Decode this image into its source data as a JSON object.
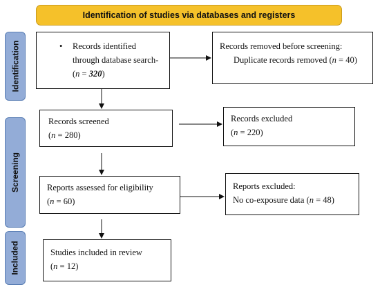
{
  "header": {
    "title": "Identification of studies via databases and registers",
    "color": "#f5c12a"
  },
  "phases": {
    "identification": "Identification",
    "screening": "Screening",
    "included": "Included",
    "color": "#93acd7"
  },
  "boxes": {
    "identified": {
      "bullet": "•",
      "line1": "Records identified",
      "line2": "through database search-",
      "open": "(",
      "n": "n",
      "eq": " = ",
      "value": "320",
      "close": ")"
    },
    "removed": {
      "line1": "Records removed before screening:",
      "line2_pre": "Duplicate records removed (",
      "n": "n",
      "eq": " = 40)"
    },
    "screened": {
      "line1": "Records screened",
      "open": "(",
      "n": "n",
      "eq": " = 280)"
    },
    "excluded": {
      "line1": "Records excluded",
      "open": "(",
      "n": "n",
      "eq": " = 220)"
    },
    "assessed": {
      "line1": "Reports assessed for eligibility",
      "open": "(",
      "n": "n",
      "eq": " = 60)"
    },
    "reports_excluded": {
      "line1": "Reports excluded:",
      "line2_pre": "No co-exposure data (",
      "n": "n",
      "eq": " = 48)"
    },
    "included": {
      "line1": "Studies included in review",
      "open": "(",
      "n": "n",
      "eq": " = 12)"
    }
  }
}
